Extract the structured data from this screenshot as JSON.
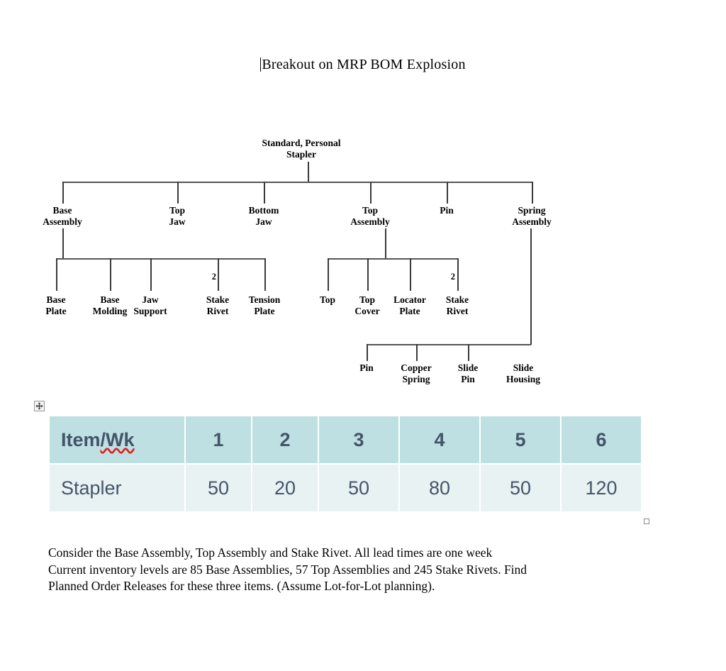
{
  "document": {
    "title": "Breakout on MRP BOM Explosion"
  },
  "bom_tree": {
    "root": {
      "label": "Standard, Personal\nStapler"
    },
    "level2": [
      {
        "label": "Base\nAssembly"
      },
      {
        "label": "Top\nJaw"
      },
      {
        "label": "Bottom\nJaw"
      },
      {
        "label": "Top\nAssembly"
      },
      {
        "label": "Pin"
      },
      {
        "label": "Spring\nAssembly"
      }
    ],
    "base_assembly_children": [
      {
        "label": "Base\nPlate",
        "qty": ""
      },
      {
        "label": "Base\nMolding",
        "qty": ""
      },
      {
        "label": "Jaw\nSupport",
        "qty": ""
      },
      {
        "label": "Stake\nRivet",
        "qty": "2"
      },
      {
        "label": "Tension\nPlate",
        "qty": ""
      }
    ],
    "top_assembly_children": [
      {
        "label": "Top",
        "qty": ""
      },
      {
        "label": "Top\nCover",
        "qty": ""
      },
      {
        "label": "Locator\nPlate",
        "qty": ""
      },
      {
        "label": "Stake\nRivet",
        "qty": "2"
      }
    ],
    "spring_assembly_children": [
      {
        "label": "Pin",
        "qty": ""
      },
      {
        "label": "Copper\nSpring",
        "qty": ""
      },
      {
        "label": "Slide\nPin",
        "qty": ""
      },
      {
        "label": "Slide\nHousing",
        "qty": ""
      }
    ]
  },
  "mrp_table": {
    "move_handle_icon": "move-arrows-icon",
    "headers": [
      "Item/Wk",
      "1",
      "2",
      "3",
      "4",
      "5",
      "6"
    ],
    "header_item_plain": "Item",
    "header_item_misspelled": "/Wk",
    "rows": [
      {
        "item": "Stapler",
        "values": [
          "50",
          "20",
          "50",
          "80",
          "50",
          "120"
        ]
      }
    ]
  },
  "question": {
    "line1": "Consider the Base Assembly, Top Assembly and Stake Rivet. All lead times are one week",
    "line2": "Current inventory levels are 85 Base Assemblies, 57 Top Assemblies and 245 Stake Rivets. Find",
    "line3": "Planned Order Releases for these three items. (Assume Lot-for-Lot planning)."
  },
  "colors": {
    "header_fill": "#bfe0e3",
    "row_fill": "#e8f2f3",
    "table_text": "#44546a",
    "spell_underline": "#e02020",
    "line": "#3a3a3a"
  }
}
